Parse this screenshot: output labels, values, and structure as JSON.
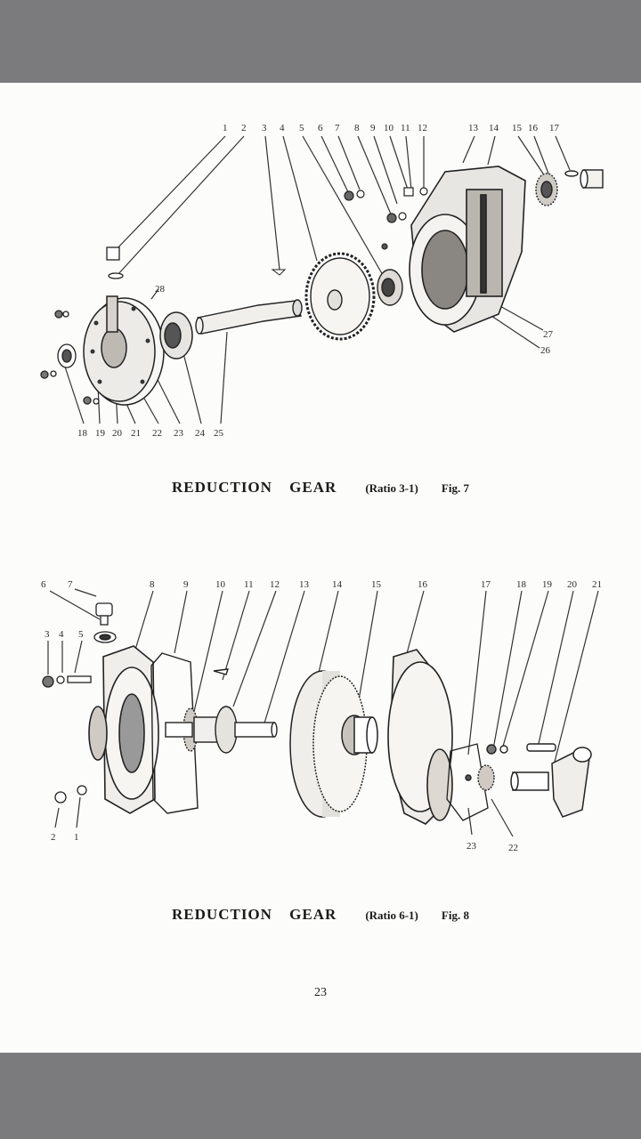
{
  "figure7": {
    "caption_title": "REDUCTION GEAR",
    "caption_ratio": "(Ratio 3-1)",
    "caption_fig": "Fig. 7",
    "labels_top": [
      "1",
      "2",
      "3",
      "4",
      "5",
      "6",
      "7",
      "8",
      "9",
      "10",
      "11",
      "12",
      "13",
      "14",
      "15",
      "16",
      "17"
    ],
    "labels_bottom": [
      "18",
      "19",
      "20",
      "21",
      "22",
      "23",
      "24",
      "25"
    ],
    "label_28": "28",
    "label_27": "27",
    "label_26": "26"
  },
  "figure8": {
    "caption_title": "REDUCTION GEAR",
    "caption_ratio": "(Ratio 6-1)",
    "caption_fig": "Fig. 8",
    "labels_top": [
      "6",
      "7",
      "8",
      "9",
      "10",
      "11",
      "12",
      "13",
      "14",
      "15",
      "16",
      "17",
      "18",
      "19",
      "20",
      "21"
    ],
    "labels_left": [
      "3",
      "4",
      "5"
    ],
    "labels_bottom": [
      "2",
      "1",
      "23",
      "22"
    ]
  },
  "page_number": "23"
}
